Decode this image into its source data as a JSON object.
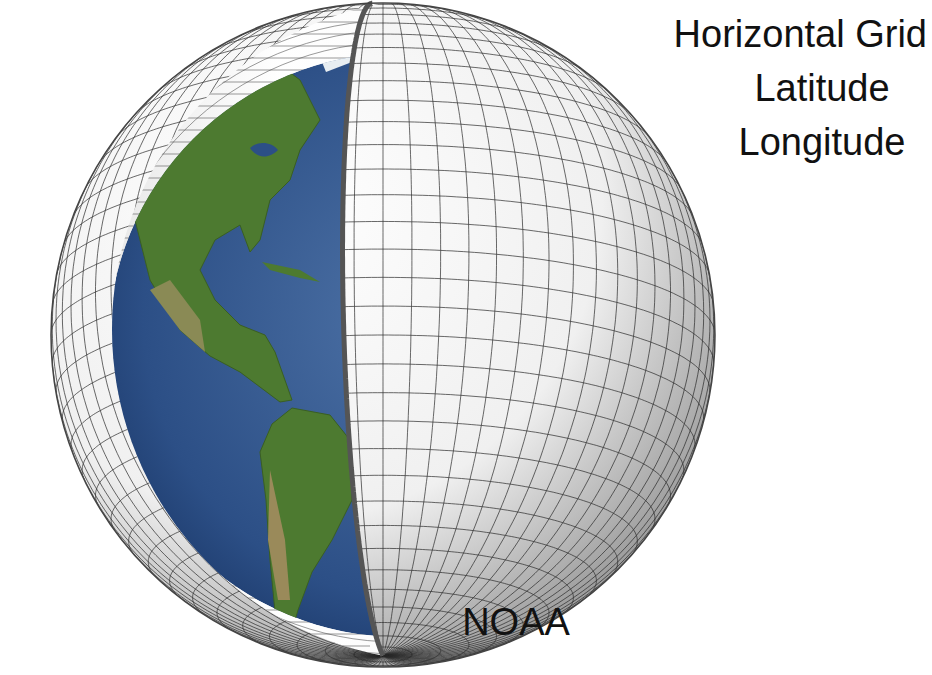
{
  "diagram": {
    "labels": [
      "Horizontal Grid",
      "Latitude",
      "Longitude",
      "NOAA"
    ]
  }
}
